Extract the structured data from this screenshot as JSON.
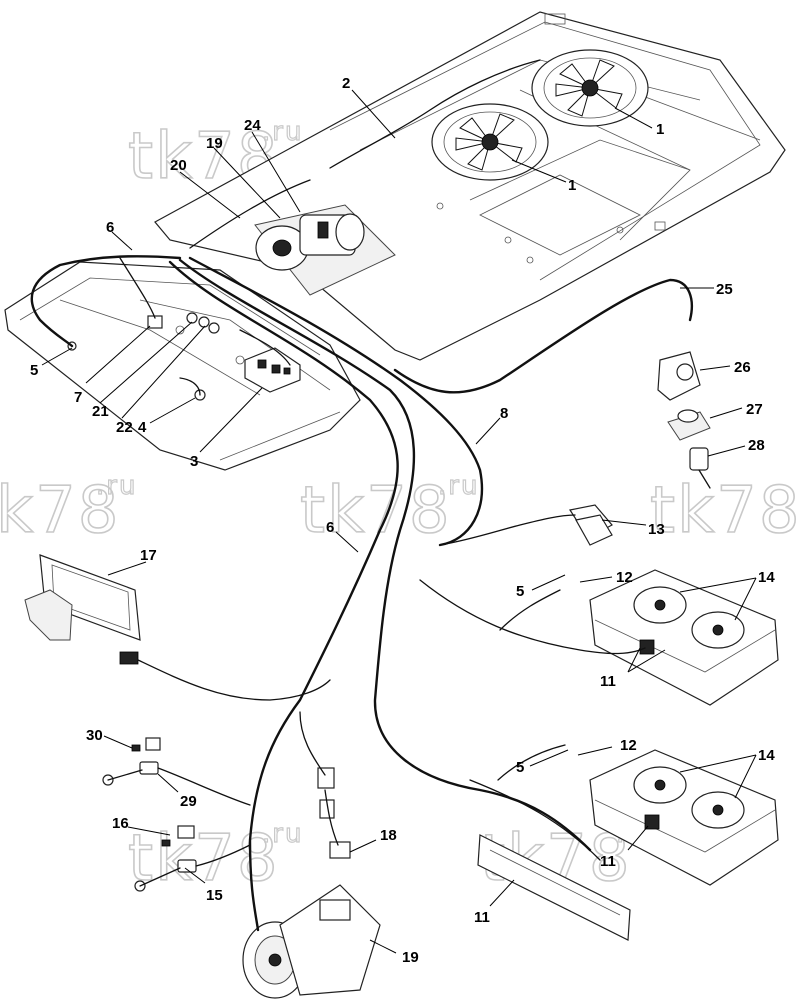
{
  "watermark": {
    "main": "tk78",
    "suffix": ".ru",
    "partial": "k78"
  },
  "callouts": {
    "c1a": "1",
    "c1b": "1",
    "c2": "2",
    "c3": "3",
    "c4": "4",
    "c5a": "5",
    "c5b": "5",
    "c5c": "5",
    "c6a": "6",
    "c6b": "6",
    "c7": "7",
    "c8": "8",
    "c11a": "11",
    "c11b": "11",
    "c11c": "11",
    "c12a": "12",
    "c12b": "12",
    "c13": "13",
    "c14a": "14",
    "c14b": "14",
    "c15": "15",
    "c16": "16",
    "c17": "17",
    "c18": "18",
    "c19a": "19",
    "c19b": "19",
    "c20": "20",
    "c21": "21",
    "c22": "22",
    "c24": "24",
    "c25": "25",
    "c26": "26",
    "c27": "27",
    "c28": "28",
    "c29": "29",
    "c30": "30"
  }
}
